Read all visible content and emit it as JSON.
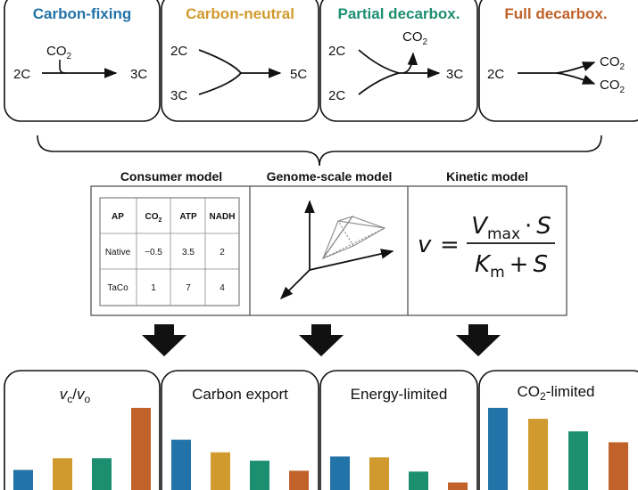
{
  "colors": {
    "blue": "#2273a8",
    "gold": "#d19a2e",
    "green": "#1c8f70",
    "orange": "#c0622a"
  },
  "pathways": [
    {
      "title": "Carbon-fixing",
      "color": "#2273a8",
      "in": "2C",
      "co2": "CO",
      "co2_sub": "2",
      "out": "3C"
    },
    {
      "title": "Carbon-neutral",
      "color": "#d19a2e",
      "in_top": "2C",
      "in_bottom": "3C",
      "out": "5C"
    },
    {
      "title": "Partial decarbox.",
      "color": "#1c8f70",
      "in_top": "2C",
      "in_bottom": "2C",
      "co2": "CO",
      "co2_sub": "2",
      "out": "3C"
    },
    {
      "title": "Full decarbox.",
      "color": "#c0622a",
      "in": "2C",
      "out_top": "CO",
      "out_top_sub": "2",
      "out_bottom": "CO",
      "out_bottom_sub": "2"
    }
  ],
  "models": {
    "consumer": {
      "title": "Consumer model",
      "table": {
        "headers": [
          "AP",
          "CO",
          "ATP",
          "NADH"
        ],
        "co2_sub": "2",
        "rows": [
          [
            "Native",
            "−0.5",
            "3.5",
            "2"
          ],
          [
            "TaCo",
            "1",
            "7",
            "4"
          ]
        ]
      }
    },
    "genome": {
      "title": "Genome-scale model"
    },
    "kinetic": {
      "title": "Kinetic model",
      "lhs": "v",
      "eq": "=",
      "vmax": "V",
      "vmax_sub": "max",
      "dot": "·",
      "s": "S",
      "km": "K",
      "km_sub": "m",
      "plus": "+"
    }
  },
  "chart_data": [
    {
      "type": "bar",
      "title": "v_c/v_o",
      "title_parts": {
        "a": "v",
        "a_sub": "c",
        "slash": "/",
        "b": "v",
        "b_sub": "o"
      },
      "values": [
        0.24,
        0.38,
        0.38,
        0.98
      ],
      "colors": [
        "#2273a8",
        "#d19a2e",
        "#1c8f70",
        "#c0622a"
      ]
    },
    {
      "type": "bar",
      "title": "Carbon export",
      "values": [
        0.6,
        0.45,
        0.35,
        0.23
      ],
      "colors": [
        "#2273a8",
        "#d19a2e",
        "#1c8f70",
        "#c0622a"
      ]
    },
    {
      "type": "bar",
      "title": "Energy-limited",
      "values": [
        0.4,
        0.39,
        0.22,
        0.09
      ],
      "colors": [
        "#2273a8",
        "#d19a2e",
        "#1c8f70",
        "#c0622a"
      ]
    },
    {
      "type": "bar",
      "title": "CO2-limited",
      "title_parts": {
        "a": "CO",
        "a_sub": "2",
        "b": "-limited"
      },
      "values": [
        0.98,
        0.85,
        0.7,
        0.57
      ],
      "colors": [
        "#2273a8",
        "#d19a2e",
        "#1c8f70",
        "#c0622a"
      ]
    }
  ]
}
